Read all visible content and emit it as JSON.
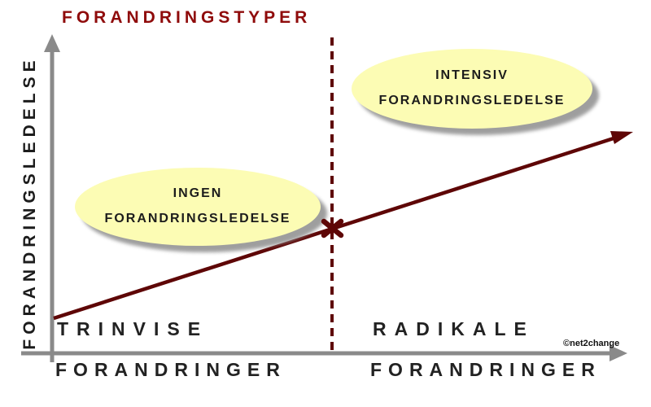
{
  "title": "FORANDRINGSTYPER",
  "y_axis": {
    "label": "FORANDRINGSLEDELSE"
  },
  "bubbles": {
    "left": {
      "line1": "INGEN",
      "line2": "FORANDRINGSLEDELSE"
    },
    "right": {
      "line1": "INTENSIV",
      "line2": "FORANDRINGSLEDELSE"
    }
  },
  "x_axis": {
    "left": {
      "line1": "TRINVISE",
      "line2": "FORANDRINGER"
    },
    "right": {
      "line1": "RADIKALE",
      "line2": "FORANDRINGER"
    }
  },
  "watermark": "©net2change",
  "colors": {
    "title": "#8F0B0B",
    "line": "#5E0606",
    "axis": "#8A8A8A",
    "bubble-fill": "#FCFCB4",
    "bubble-shadow": "#8E8E8E",
    "text": "#1C1C1C"
  }
}
